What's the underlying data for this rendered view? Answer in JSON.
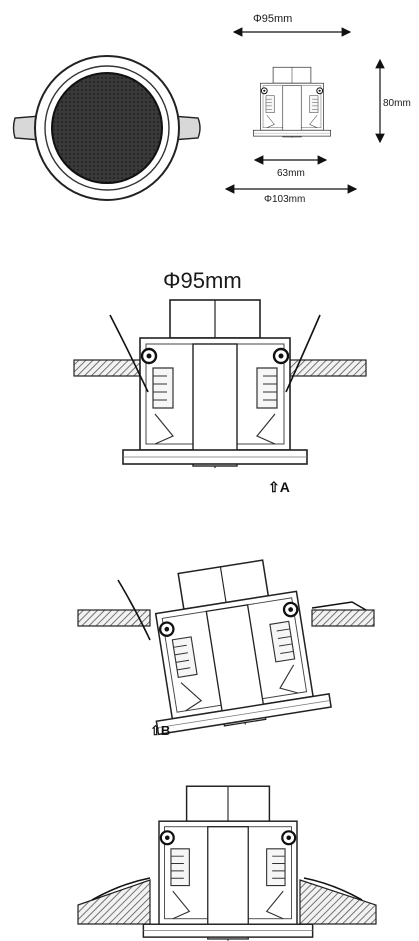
{
  "dimensions": {
    "top_width": "Φ95mm",
    "height": "80mm",
    "inner_width": "63mm",
    "outer_width": "Φ103mm"
  },
  "install": {
    "cutout_label": "Φ95mm",
    "step_a_label": "⇧A",
    "step_b_label": "⇧B"
  }
}
